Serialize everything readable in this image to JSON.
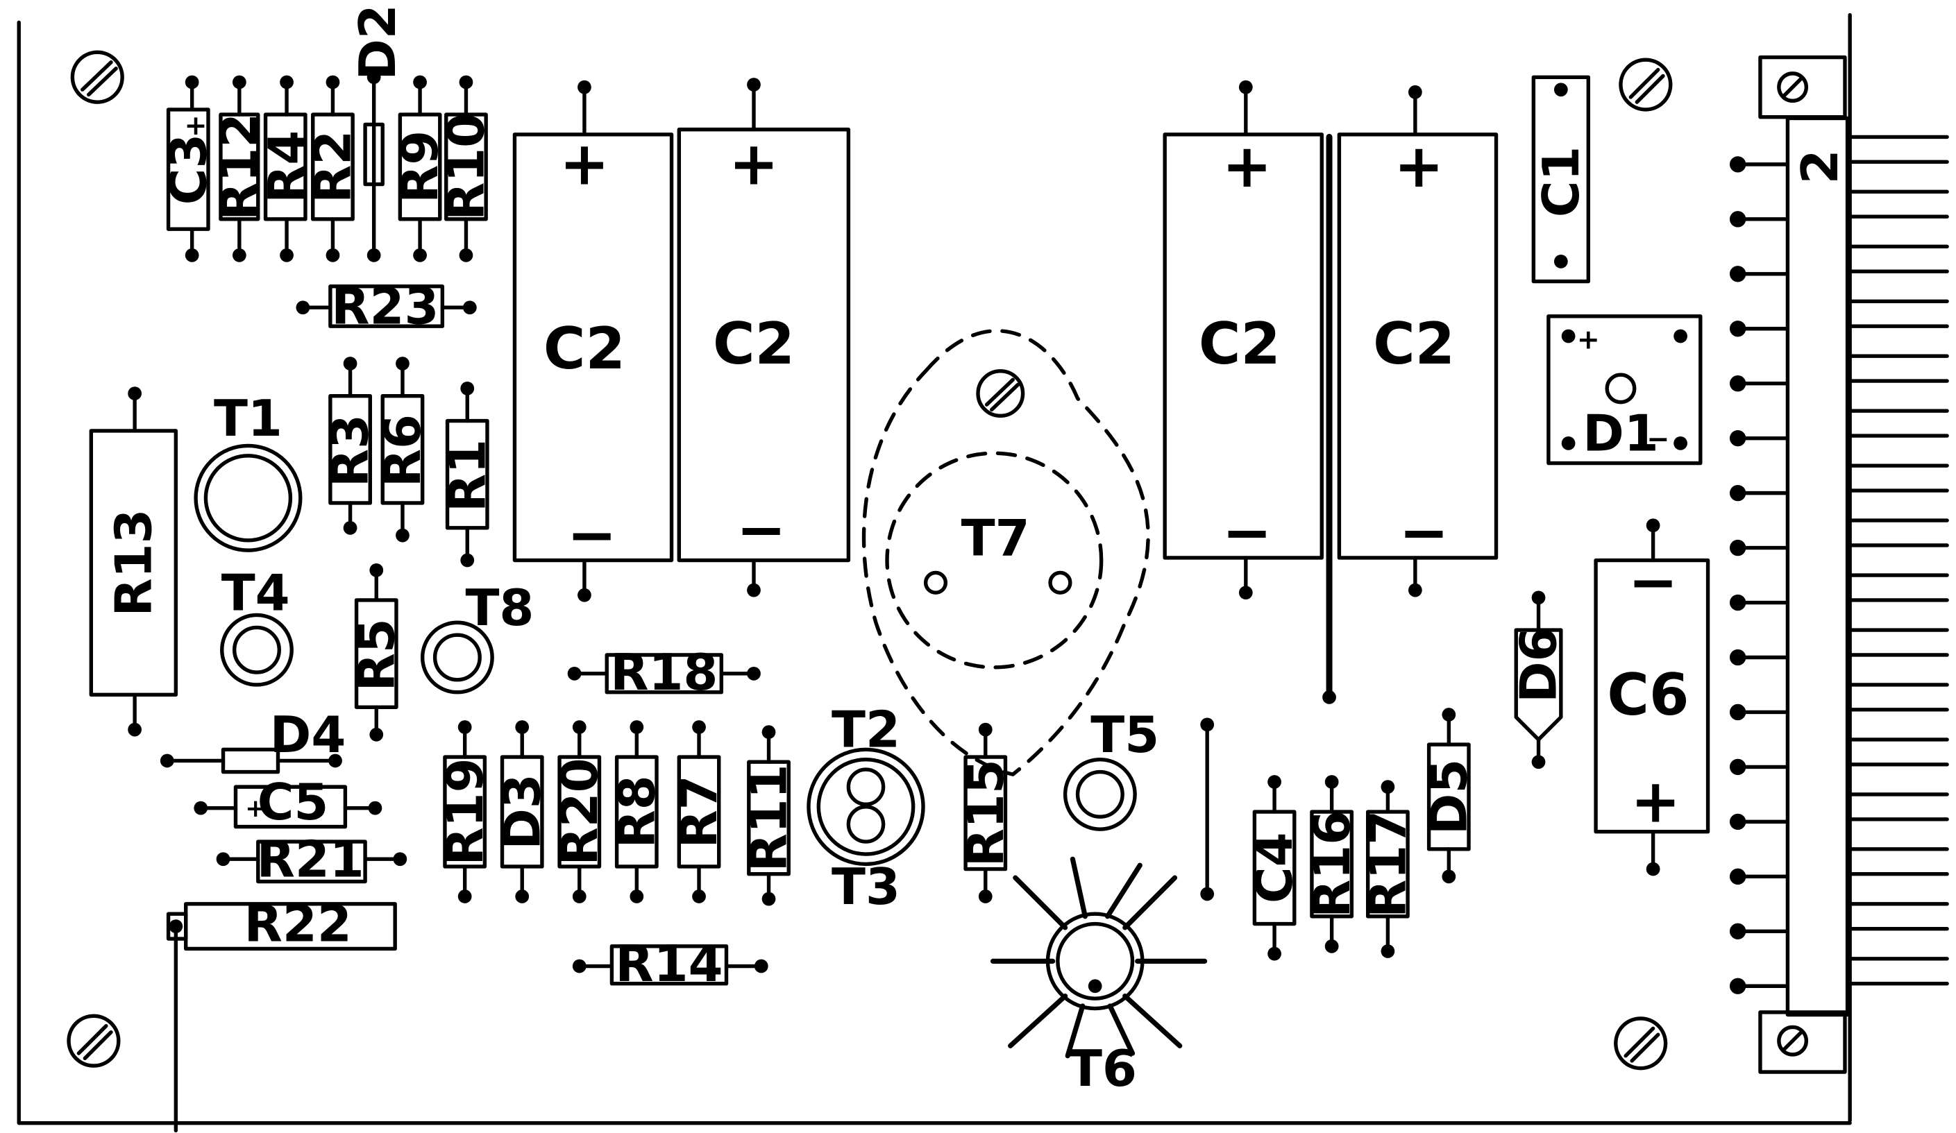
{
  "components": {
    "C3": "C3",
    "R12a": "R12",
    "R4": "R4",
    "R2": "R2",
    "D2": "D2",
    "R9": "R9",
    "R10": "R10",
    "R23": "R23",
    "R3": "R3",
    "R6": "R6",
    "R1": "R1",
    "R13": "R13",
    "T1": "T1",
    "T4": "T4",
    "T8": "T8",
    "R5": "R5",
    "D4": "D4",
    "C5": "C5",
    "R21": "R21",
    "R22": "R22",
    "R18": "R18",
    "R19": "R19",
    "D3": "D3",
    "R20": "R20",
    "R8": "R8",
    "R7": "R7",
    "R11": "R11",
    "R14": "R14",
    "T2": "T2",
    "T3": "T3",
    "R15": "R15",
    "T5": "T5",
    "T6": "T6",
    "T7": "T7",
    "C2": "C2",
    "C1": "C1",
    "D1": "D1",
    "D6": "D6",
    "C6": "C6",
    "C4": "C4",
    "R16": "R16",
    "R17": "R17",
    "D5": "D5",
    "connector_pin": "2"
  },
  "symbols": {
    "plus": "+",
    "minus": "−"
  }
}
